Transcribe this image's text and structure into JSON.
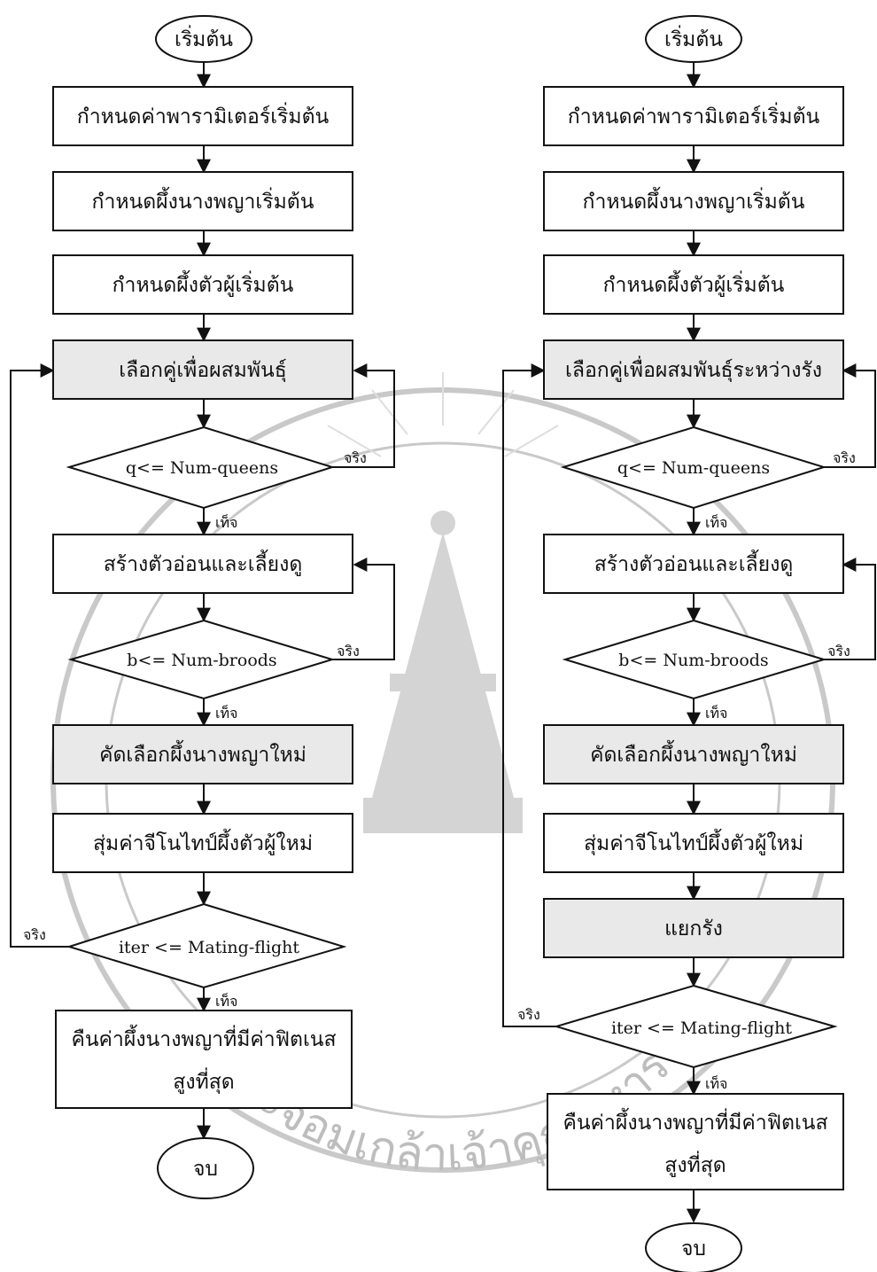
{
  "left": {
    "start": "เริ่มต้น",
    "set_params": "กำหนดค่าพารามิเตอร์เริ่มต้น",
    "set_queen": "กำหนดผึ้งนางพญาเริ่มต้น",
    "set_drones": "กำหนดผึ้งตัวผู้เริ่มต้น",
    "select_mate": "เลือกคู่เพื่อผสมพันธุ์",
    "cond_queens": "q<= Num-queens",
    "create_brood": "สร้างตัวอ่อนและเลี้ยงดู",
    "cond_broods": "b<= Num-broods",
    "select_new_queen": "คัดเลือกผึ้งนางพญาใหม่",
    "random_genotype": "สุ่มค่าจีโนไทป์ผึ้งตัวผู้ใหม่",
    "cond_iter": "iter <= Mating-flight",
    "return_best_1": "คืนค่าผึ้งนางพญาที่มีค่าฟิตเนส",
    "return_best_2": "สูงที่สุด",
    "end": "จบ"
  },
  "right": {
    "start": "เริ่มต้น",
    "set_params": "กำหนดค่าพารามิเตอร์เริ่มต้น",
    "set_queen": "กำหนดผึ้งนางพญาเริ่มต้น",
    "set_drones": "กำหนดผึ้งตัวผู้เริ่มต้น",
    "select_mate": "เลือกคู่เพื่อผสมพันธุ์ระหว่างรัง",
    "cond_queens": "q<= Num-queens",
    "create_brood": "สร้างตัวอ่อนและเลี้ยงดู",
    "cond_broods": "b<= Num-broods",
    "select_new_queen": "คัดเลือกผึ้งนางพญาใหม่",
    "random_genotype": "สุ่มค่าจีโนไทป์ผึ้งตัวผู้ใหม่",
    "split_colony": "แยกรัง",
    "cond_iter": "iter <= Mating-flight",
    "return_best_1": "คืนค่าผึ้งนางพญาที่มีค่าฟิตเนส",
    "return_best_2": "สูงที่สุด",
    "end": "จบ"
  },
  "labels": {
    "true": "จริง",
    "false": "เท็จ"
  },
  "watermark": {
    "text": "พระจอมเกล้าเจ้าคุณทหาร"
  }
}
